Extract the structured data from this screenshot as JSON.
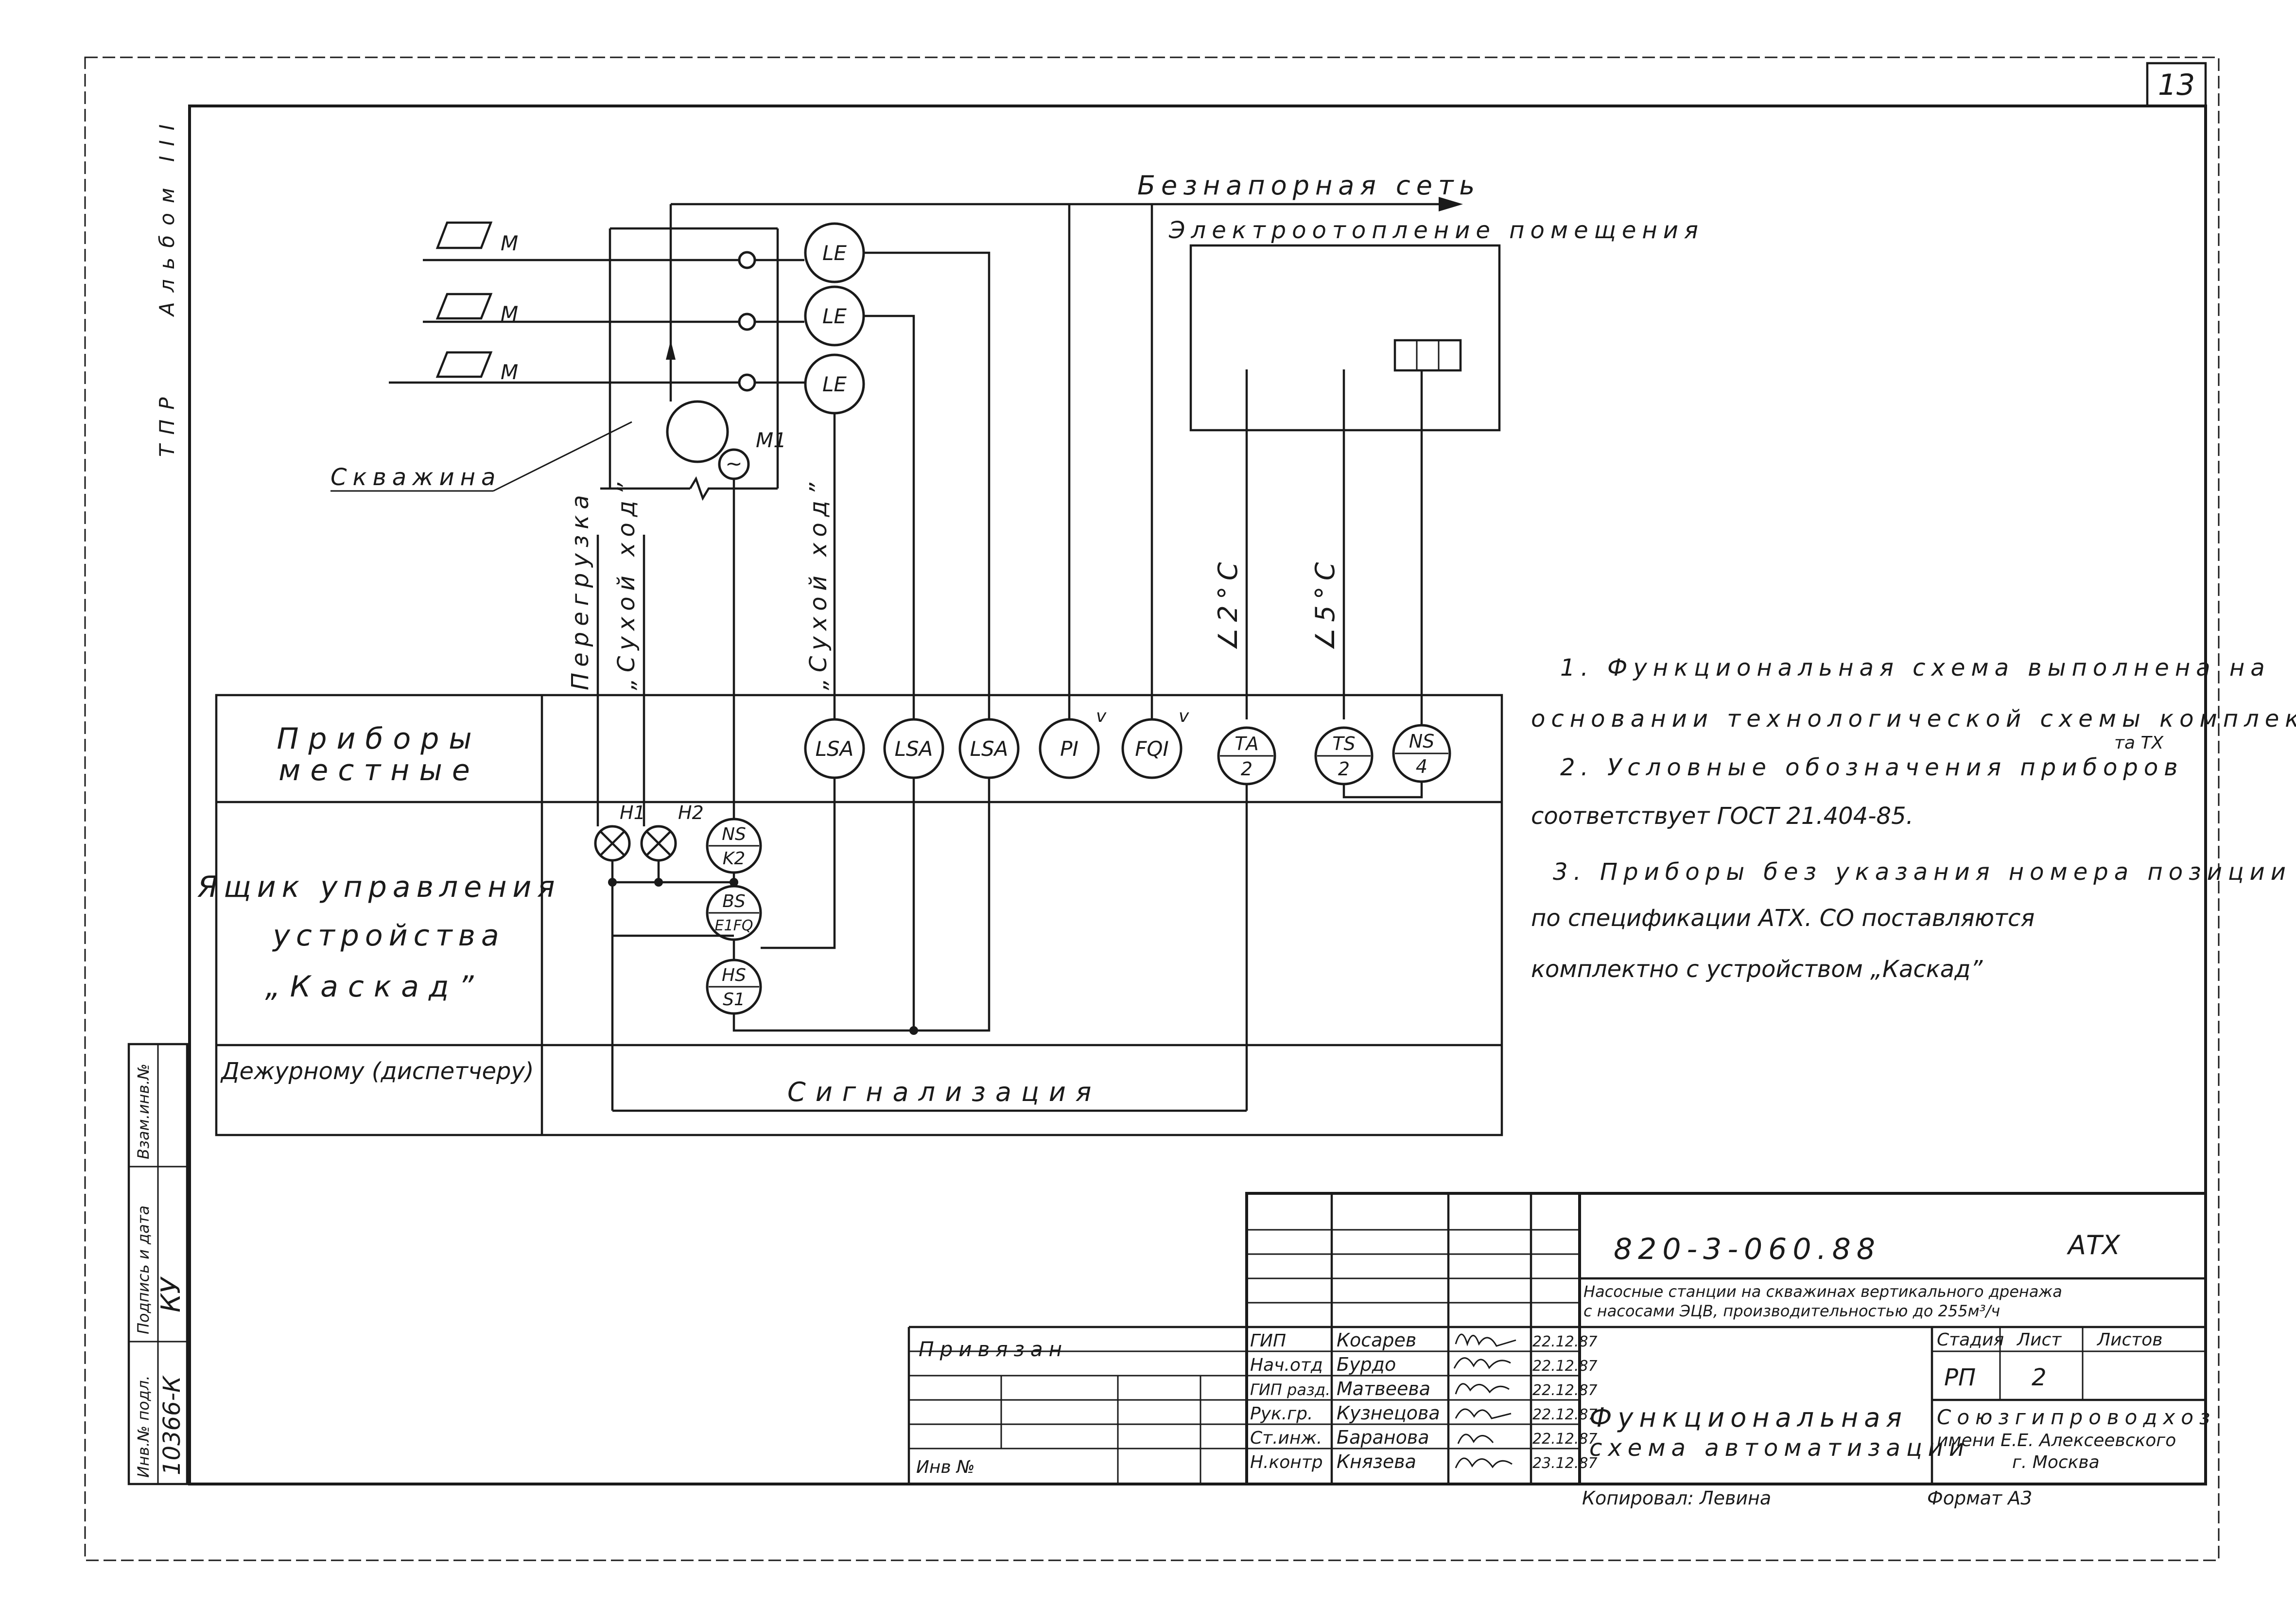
{
  "sheet_number": "13",
  "left_margin": {
    "album": "Альбом III",
    "tpr": "ТПР"
  },
  "left_stamp": {
    "inv_no_orig": "Инв.№ подл.",
    "sign_date": "Подпись и дата",
    "inv_no_repl": "Взам.инв.№",
    "inv_value": "10366-К",
    "sign_value": "КУ"
  },
  "process": {
    "free_flow_network": "Безнапорная сеть",
    "electric_heating": "Электроотопление помещения",
    "well": "Скважина",
    "motor": "М1",
    "motor_symbol": "~",
    "level_markers": [
      "М",
      "М",
      "М"
    ],
    "level_elements": [
      "LE",
      "LE",
      "LE"
    ]
  },
  "vertical_labels": {
    "overload": "Перегрузка",
    "dry_run_1": "„Сухой ход”",
    "dry_run_2": "„Сухой ход”",
    "temp_2": "∠2°С",
    "temp_5": "∠5°С"
  },
  "rows": {
    "local_devices": [
      "Приборы",
      "местные"
    ],
    "control_box": [
      "Ящик управления",
      "устройства",
      "„Каскад”"
    ],
    "dispatcher": "Дежурному (диспетчеру)"
  },
  "instruments": {
    "local": [
      "LSA",
      "LSA",
      "LSA",
      "PI",
      "FQI"
    ],
    "ta": [
      "ТА",
      "2"
    ],
    "ts": [
      "TS",
      "2"
    ],
    "ns4": [
      "NS",
      "4"
    ],
    "tick_mark": "v"
  },
  "control_elements": {
    "h1": "Н1",
    "h2": "Н2",
    "ns_k2": [
      "NS",
      "K2"
    ],
    "bs_e1fq": [
      "BS",
      "E1FQ"
    ],
    "hs_s1": [
      "HS",
      "S1"
    ]
  },
  "signal_label": "Сигнализация",
  "notes": [
    "1. Функциональная схема выполнена на",
    "основании технологической схемы комплек-",
    "та ТХ",
    "2. Условные обозначения приборов",
    "соответствует ГОСТ 21.404-85.",
    "3. Приборы без указания номера позиции",
    "по спецификации АТХ. СО поставляются",
    "комплектно с устройством „Каскад”"
  ],
  "title_block": {
    "designation": "820-3-060.88",
    "section": "АТХ",
    "object_line_1": "Насосные станции на скважинах вертикального дренажа",
    "object_line_2": "с насосами ЭЦВ, производительностью до 255м³/ч",
    "stage_header": "Стадия",
    "sheet_header": "Лист",
    "sheets_header": "Листов",
    "stage_value": "РП",
    "sheet_value": "2",
    "drawing_title_1": "Функциональная",
    "drawing_title_2": "схема автоматизации",
    "org_1": "Союзгипроводхоз",
    "org_2": "имени Е.Е. Алексеевского",
    "org_3": "г. Москва",
    "attached": "Привязан",
    "inv_no": "Инв №",
    "copied": "Копировал: Левина",
    "format": "Формат А3",
    "staff": [
      {
        "role": "ГИП",
        "name": "Косарев",
        "date": "22.12.87"
      },
      {
        "role": "Нач.отд",
        "name": "Бурдо",
        "date": "22.12.87"
      },
      {
        "role": "ГИП разд.",
        "name": "Матвеева",
        "date": "22.12.87"
      },
      {
        "role": "Рук.гр.",
        "name": "Кузнецова",
        "date": "22.12.87"
      },
      {
        "role": "Ст.инж.",
        "name": "Баранова",
        "date": "22.12.87"
      },
      {
        "role": "Н.контр",
        "name": "Князева",
        "date": "23.12.87"
      }
    ]
  }
}
